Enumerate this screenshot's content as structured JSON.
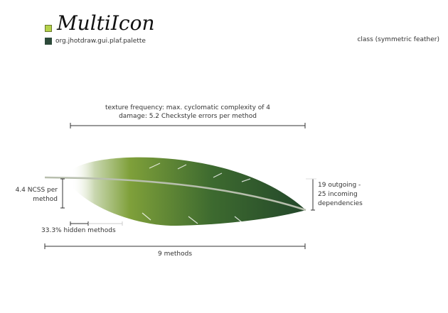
{
  "header": {
    "title": "MultiIcon",
    "package": "org.jhotdraw.gui.plaf.palette",
    "kind": "class (symmetric feather)",
    "title_color": "#b5d24a",
    "package_color": "#2d4a3a"
  },
  "annotations": {
    "texture_frequency": "texture frequency: max. cyclomatic complexity of 4",
    "damage": "damage: 5.2 Checkstyle errors per method",
    "ncss_line1": "4.4 NCSS per",
    "ncss_line2": "method",
    "dep_line1": "19 outgoing -",
    "dep_line2": "25 incoming",
    "dep_line3": "dependencies",
    "hidden": "33.3% hidden methods",
    "methods": "9 methods"
  }
}
